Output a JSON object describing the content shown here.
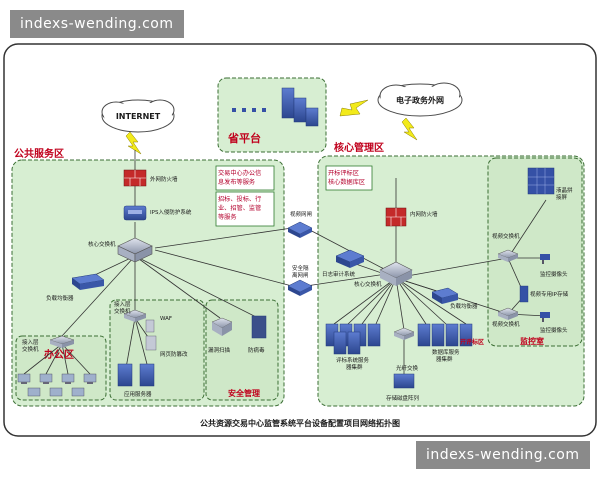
{
  "watermark": {
    "top": "indexs-wending.com",
    "bottom": "indexs-wending.com"
  },
  "title": "公共资源交易中心监管系统平台设备配置项目网络拓扑图",
  "zones": {
    "internet": "INTERNET",
    "egov": "电子政务外网",
    "province": "省平台",
    "public": "公共服务区",
    "core": "核心管理区",
    "office": "办公区",
    "security": "安全管理",
    "monitor": "监控室",
    "bid": "开评标区"
  },
  "notes": {
    "public_info": [
      "交易中心办公信",
      "息发布等服务"
    ],
    "services": [
      "招标、投标、行",
      "业、招管、监管",
      "等服务"
    ],
    "core_tags": [
      "开标评标区",
      "核心数据库区"
    ]
  },
  "labels": {
    "outer_firewall": "外网防火墙",
    "ips": "IPS入侵防护系统",
    "core_switch_left": "核心交换机",
    "load_balancer_left": "负载均衡器",
    "access_switch_office": [
      "接入层",
      "交换机"
    ],
    "access_switch_app": [
      "接入层",
      "交换机"
    ],
    "waf": "WAF",
    "web_tamper": "网页防篡改",
    "app_server": "应用服务器",
    "scan": "漏洞扫描",
    "fortress": "防病毒",
    "video_gateway": "视频网闸",
    "security_gateway": [
      "安全隔",
      "离网闸"
    ],
    "inner_firewall": "内网防火墙",
    "log_audit": "日志审计系统",
    "core_switch_right": "核心交换机",
    "load_balancer_right": "负载均衡器",
    "server_cluster": [
      "评标系统服务",
      "器集群"
    ],
    "db_cluster": [
      "数据库服务",
      "器集群"
    ],
    "fiber_switch": [
      "光纤交",
      "换"
    ],
    "storage": "存储磁盘阵列",
    "video_switch_top": "视频交换机",
    "video_wall": [
      "液晶拼",
      "接屏"
    ],
    "monitor_cam": "监控摄像头",
    "video_storage": "视频专用IP存储",
    "video_switch_bottom": "视频交换机",
    "monitor_cam2": "监控摄像头"
  },
  "colors": {
    "zone_fill": "#d7eed2",
    "zone_border": "#3b6e34",
    "title": "#c0001c",
    "note_text": "#b4002c",
    "note_border": "#2f7a2f",
    "device_blue": "#3551a6",
    "firewall_red": "#c42a2a",
    "line": "#333333",
    "lightning": "#f2ea1a"
  }
}
